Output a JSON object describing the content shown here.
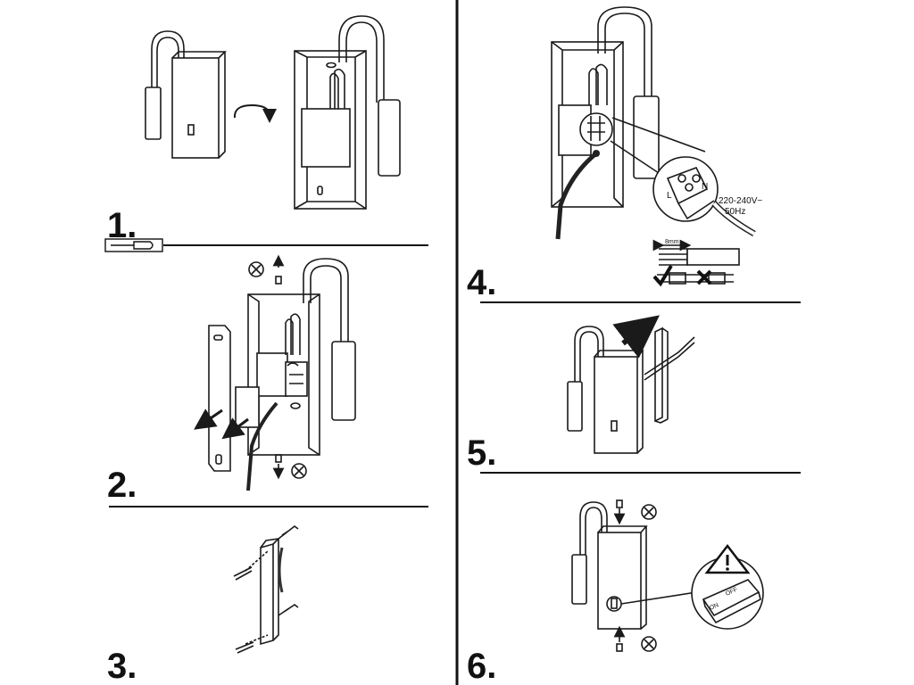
{
  "colors": {
    "line": "#1a1a1a",
    "background": "#ffffff",
    "cable": "#222222"
  },
  "steps": [
    {
      "number": "1."
    },
    {
      "number": "2."
    },
    {
      "number": "3."
    },
    {
      "number": "4."
    },
    {
      "number": "5."
    },
    {
      "number": "6."
    }
  ],
  "wiring": {
    "voltage": "220-240V~",
    "frequency": "50Hz",
    "terminal_live": "L",
    "terminal_neutral": "N",
    "strip_length": "8mm"
  },
  "switch": {
    "off_label": "OFF",
    "on_label": "ON"
  },
  "icons": [
    "rotate-arrow-icon",
    "screwdriver-icon",
    "screw-icon",
    "unscrew-icon",
    "screw-in-icon",
    "warning-triangle-icon",
    "check-icon",
    "cross-icon",
    "arrow-icon"
  ]
}
